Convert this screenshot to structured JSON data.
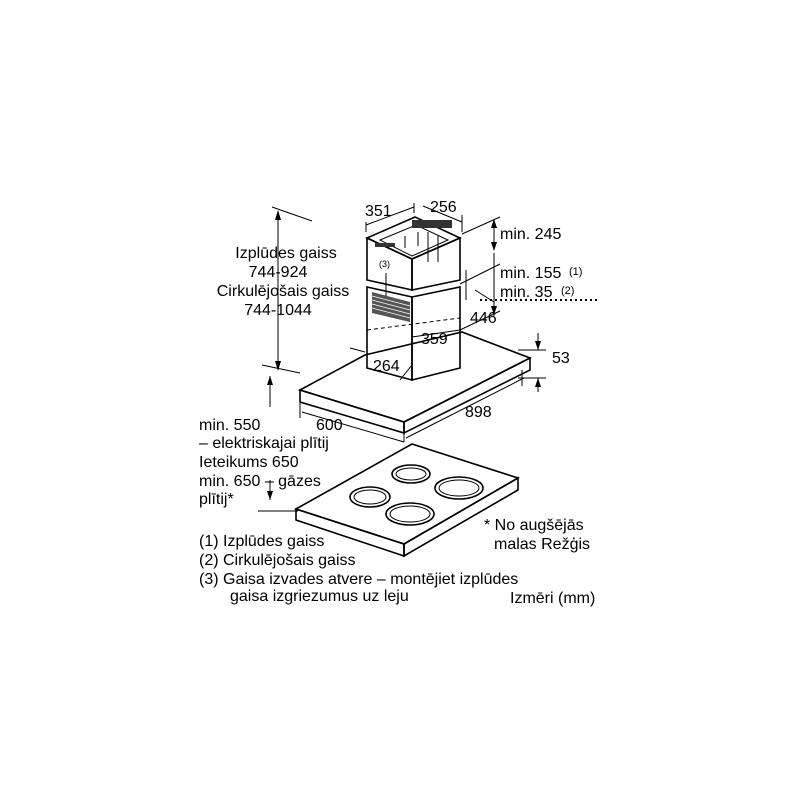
{
  "labels": {
    "exhaust_title": "Izplūdes gaiss",
    "exhaust_range": "744-924",
    "recirc_title": "Cirkulējošais gaiss",
    "recirc_range": "744-1044",
    "chimney_width": "351",
    "chimney_depth": "256",
    "vent_marker": "(3)",
    "min_245": "min. 245",
    "min_155": "min. 155",
    "note_1": "(1)",
    "min_35": "min. 35",
    "note_2": "(2)",
    "dim_446": "446",
    "dim_359": "359",
    "dim_264": "264",
    "dim_53": "53",
    "dim_600": "600",
    "dim_898": "898",
    "clearance_1": "min. 550",
    "clearance_2": "– elektriskajai plītij",
    "clearance_3": "Ieteikums 650",
    "clearance_4": "min. 650 – gāzes",
    "clearance_5": "plītij*",
    "footnote_star_1": "* No augšējās",
    "footnote_star_2": "malas Režģis",
    "legend_1": "(1)  Izplūdes gaiss",
    "legend_2": "(2)  Cirkulējošais gaiss",
    "legend_3a": "(3)  Gaisa izvades atvere – montējiet izplūdes",
    "legend_3b": "gaisa izgriezumus uz leju",
    "units": "Izmēri (mm)"
  }
}
